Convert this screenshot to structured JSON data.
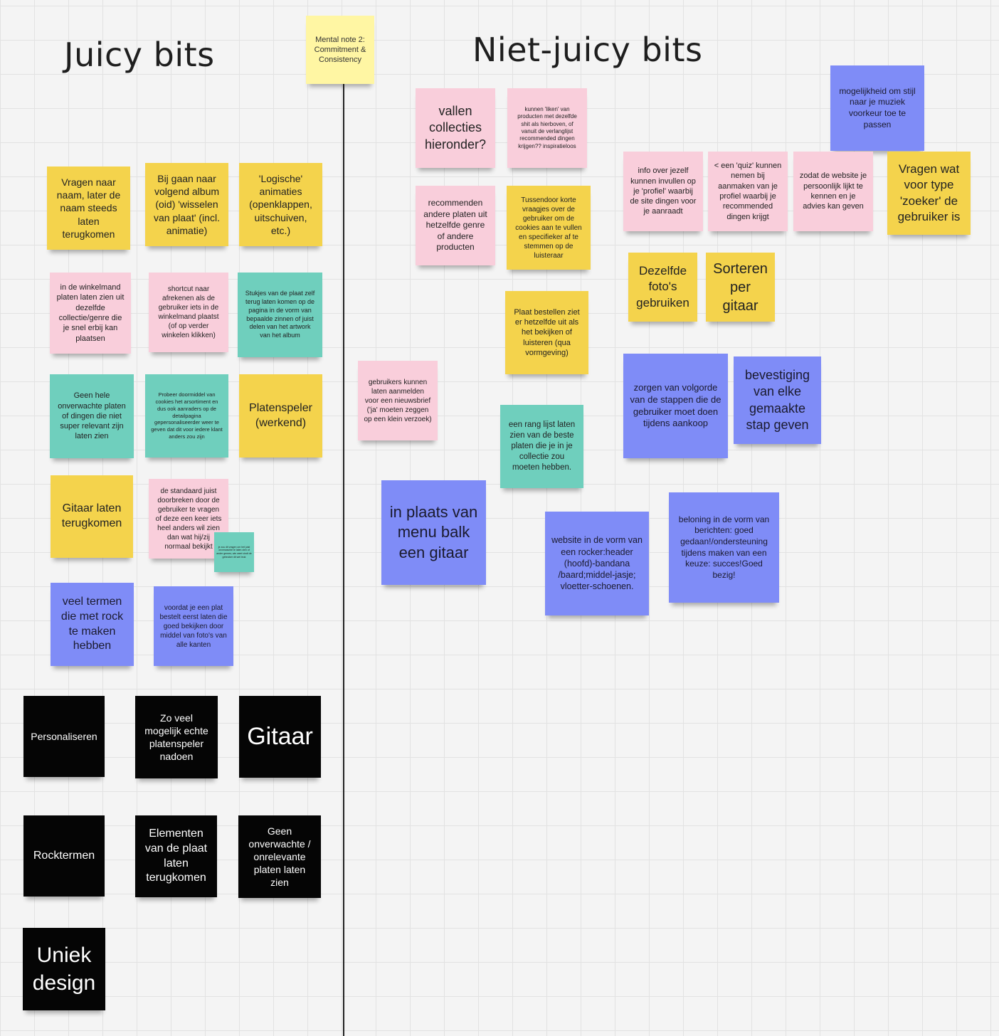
{
  "headings": {
    "juicy": "Juicy bits",
    "niet_juicy": "Niet-juicy bits"
  },
  "colors": {
    "yellow": "#f4d34c",
    "pink": "#f9cedb",
    "teal": "#6fcfbd",
    "blue": "#7f8cf7",
    "black": "#050505",
    "light_yellow": "#fff6a3"
  },
  "notes": {
    "mental_note": "Mental note 2: Commitment & Consistency",
    "juicy": [
      "Vragen naar naam, later de naam steeds laten terugkomen",
      "Bij gaan naar volgend album (oid) 'wisselen van plaat' (incl. animatie)",
      "'Logische' animaties (openklappen, uitschuiven, etc.)",
      "in de winkelmand platen laten zien uit dezelfde collectie/genre die je snel erbij kan plaatsen",
      "shortcut naar afrekenen als de gebruiker iets in de winkelmand plaatst (of op verder winkelen klikken)",
      "Stukjes van de plaat zelf terug laten komen op de pagina in de vorm van bepaalde zinnen of juist delen van het artwork van het album",
      "Geen hele onverwachte platen of dingen die niet super relevant zijn laten zien",
      "Probeer doormiddel van cookies het arsortiment en dus ook aanraders op de detailpagina gepersonaliseerder weer te geven dat dit voor iedere klant anders zou zijn",
      "Platenspeler (werkend)",
      "Gitaar laten terugkomen",
      "de standaard juist doorbreken door de gebruiker te vragen of deze een keer iets heel anders wil zien dan wat hij/zij normaal bekijkt",
      "je zou dit vragen om het juist onverwachte te laten zien of ander genres; wie weet vindt de gebruiker dit wel leuk",
      "veel termen die met rock te maken hebben",
      "voordat je een plat bestelt eerst laten die goed bekijken door middel van foto's van alle kanten"
    ],
    "themes": [
      "Personaliseren",
      "Zo veel mogelijk echte platenspeler nadoen",
      "Gitaar",
      "Rocktermen",
      "Elementen van de plaat laten terugkomen",
      "Geen onverwachte / onrelevante platen laten zien",
      "Uniek design"
    ],
    "niet_juicy": [
      "vallen collecties hieronder?",
      "kunnen 'liken' van producten met dezelfde shit als hierboven, of vanuit de verlanglijst recommended dingen krijgen?? inspiratieloos",
      "recommenden andere platen uit hetzelfde genre of andere producten",
      "Tussendoor korte vraagjes over de gebruiker om de cookies aan te vullen en specifieker af te stemmen op de luisteraar",
      "Plaat bestellen ziet er hetzelfde uit als het bekijken of luisteren (qua vormgeving)",
      "gebruikers kunnen laten aanmelden voor een nieuwsbrief ('ja' moeten zeggen op een klein verzoek)",
      "een rang lijst laten zien van de beste platen die je in je collectie zou moeten hebben.",
      "in plaats van menu balk een gitaar",
      "website in de vorm van een rocker:header (hoofd)-bandana /baard;middel-jasje; vloetter-schoenen.",
      "mogelijkheid om stijl naar je muziek voorkeur toe te passen",
      "info over jezelf kunnen invullen op je 'profiel' waarbij de site dingen voor je aanraadt",
      "< een 'quiz' kunnen nemen bij aanmaken van je profiel waarbij je recommended dingen krijgt",
      "zodat de website je persoonlijk lijkt te kennen en je advies kan geven",
      "Vragen wat voor type 'zoeker' de gebruiker is",
      "Dezelfde foto's gebruiken",
      "Sorteren per gitaar",
      "zorgen van volgorde van de stappen die de gebruiker moet doen tijdens aankoop",
      "bevestiging van elke gemaakte stap geven",
      "beloning in de vorm van berichten: goed gedaan!/ondersteuning tijdens maken van een keuze: succes!Goed bezig!"
    ]
  }
}
